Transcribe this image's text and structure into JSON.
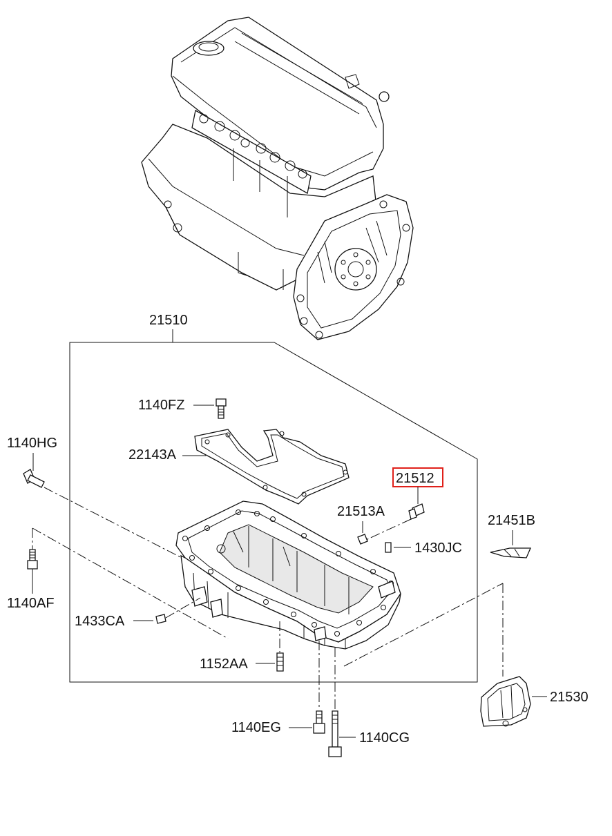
{
  "labels": {
    "assembly": "21510",
    "bolt_top": "1140FZ",
    "gasket": "22143A",
    "bolt_left": "1140HG",
    "highlighted_part": "21512",
    "washer": "21513A",
    "bracket_right": "21451B",
    "dowel_right": "1430JC",
    "stud_left": "1140AF",
    "dowel_left": "1433CA",
    "stud_bottom": "1152AA",
    "bolt_bottom_a": "1140EG",
    "bolt_bottom_b": "1140CG",
    "cover": "21530"
  },
  "colors": {
    "line": "#111111",
    "highlight_box": "#e0201a",
    "background": "#ffffff"
  }
}
